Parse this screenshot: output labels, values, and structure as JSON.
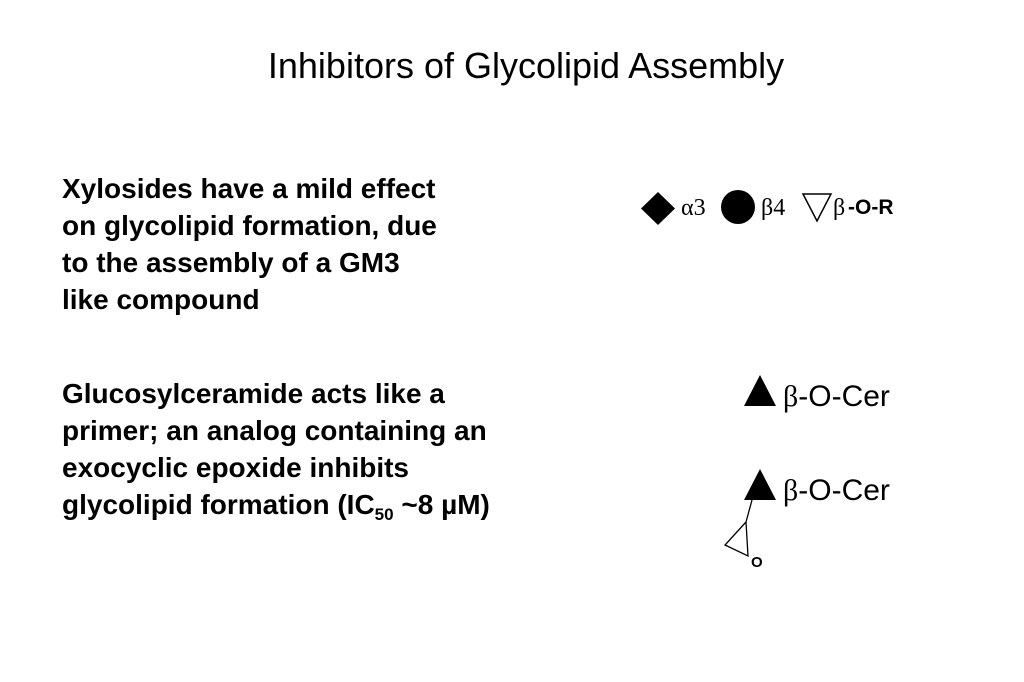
{
  "title": "Inhibitors of Glycolipid Assembly",
  "paragraph1": {
    "lines": [
      "Xylosides have a mild effect",
      "on glycolipid formation, due",
      "to the assembly of a GM3",
      "like compound"
    ]
  },
  "paragraph2": {
    "lines": [
      "Glucosylceramide acts like a",
      "primer; an analog containing an",
      "exocyclic epoxide inhibits"
    ],
    "last_line_prefix": "glycolipid formation (IC",
    "last_line_subscript": "50",
    "last_line_suffix": " ~8 µM)"
  },
  "structure_gm3": {
    "linkage1": "α3",
    "linkage2": "β4",
    "linkage3": "β",
    "aglycone": "-O-R",
    "icons": [
      "filled-diamond",
      "filled-circle",
      "open-down-triangle"
    ]
  },
  "structure_glccer": {
    "anomer": "β",
    "aglycone": "-O-Cer",
    "icon": "filled-up-triangle"
  },
  "structure_epoxide": {
    "anomer": "β",
    "aglycone": "-O-Cer",
    "oxygen_label": "O",
    "icons": [
      "filled-up-triangle",
      "epoxide-ring"
    ]
  }
}
